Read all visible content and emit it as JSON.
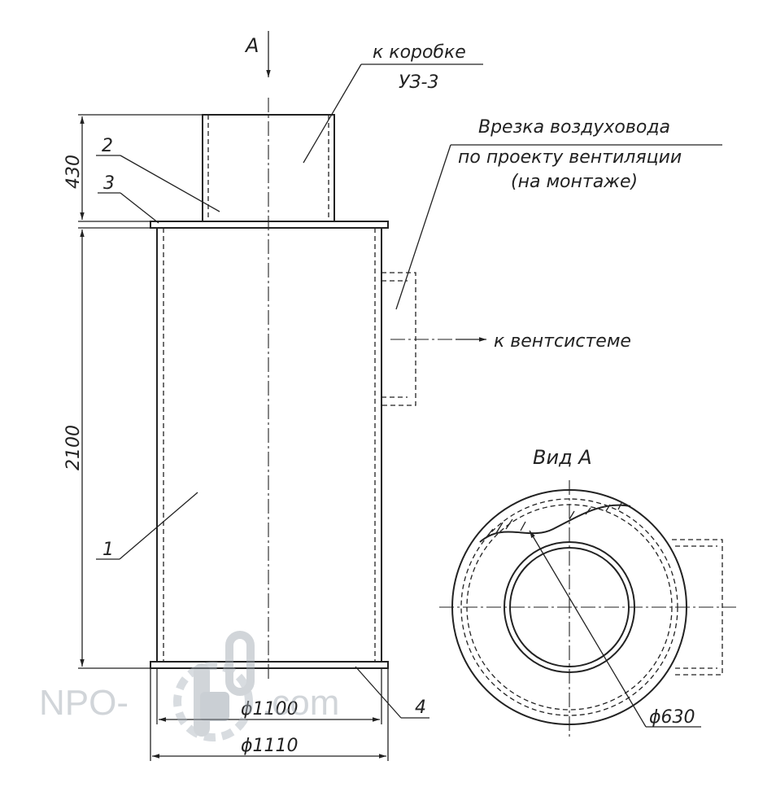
{
  "labels": {
    "view_letter": "A",
    "to_box_line1": "к коробке",
    "to_box_line2": "УЗ-3",
    "duct_line1": "Врезка воздуховода",
    "duct_line2": "по проекту вентиляции",
    "duct_line3": "(на монтаже)",
    "to_vent": "к вентсистеме",
    "view_a": "Вид А",
    "part_1": "1",
    "part_2": "2",
    "part_3": "3",
    "part_4": "4"
  },
  "dimensions": {
    "top_height": "430",
    "body_height": "2100",
    "inner_diameter": "ϕ1100",
    "outer_diameter": "ϕ1110",
    "pipe_diameter": "ϕ630"
  },
  "watermark": {
    "text_left": "NPO-",
    "text_right": ".com"
  }
}
